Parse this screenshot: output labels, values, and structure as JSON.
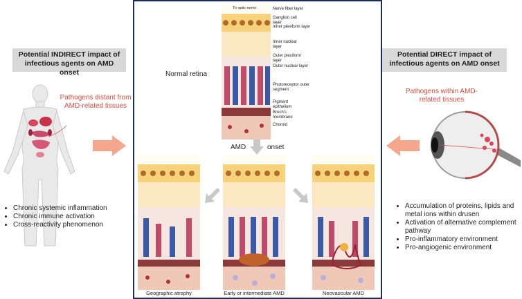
{
  "left_panel": {
    "title": "Potential INDIRECT impact of infectious agents on AMD onset",
    "subtitle": "Pathogens distant from AMD-related tissues",
    "bullets": [
      "Chronic systemic inflammation",
      "Chronic immune activation",
      "Cross-reactivity phenomenon"
    ]
  },
  "right_panel": {
    "title": "Potential DIRECT impact of infectious agents on AMD onset",
    "subtitle": "Pathogens within AMD-related tissues",
    "bullets": [
      "Accumulation of proteins, lipids and metal ions within drusen",
      "Activation of alternative complement pathway",
      "Pro-inflammatory environment",
      "Pro-angiogenic environment"
    ]
  },
  "center": {
    "normal_label": "Normal retina",
    "optic_nerve": "To optic nerve",
    "layers": [
      "Nerve fiber layer",
      "Ganglion cell layer",
      "Inner plexiform layer",
      "Inner nuclear layer",
      "Outer plexiform layer",
      "Outer nuclear layer",
      "Photoreceptor outer segment",
      "Pigment epithelium",
      "Bruch's membrane",
      "Choroid"
    ],
    "amd_label": "AMD",
    "onset_label": "onset",
    "captions": [
      "Geographic atrophy",
      "Early or intermediate AMD",
      "Neovascular AMD"
    ]
  },
  "colors": {
    "frame": "#1e2c5c",
    "red_text": "#e04a3a",
    "arrow": "#f4a78c",
    "grey_arrow": "#c8c8c8",
    "title_bg": "#d9d9d9"
  }
}
